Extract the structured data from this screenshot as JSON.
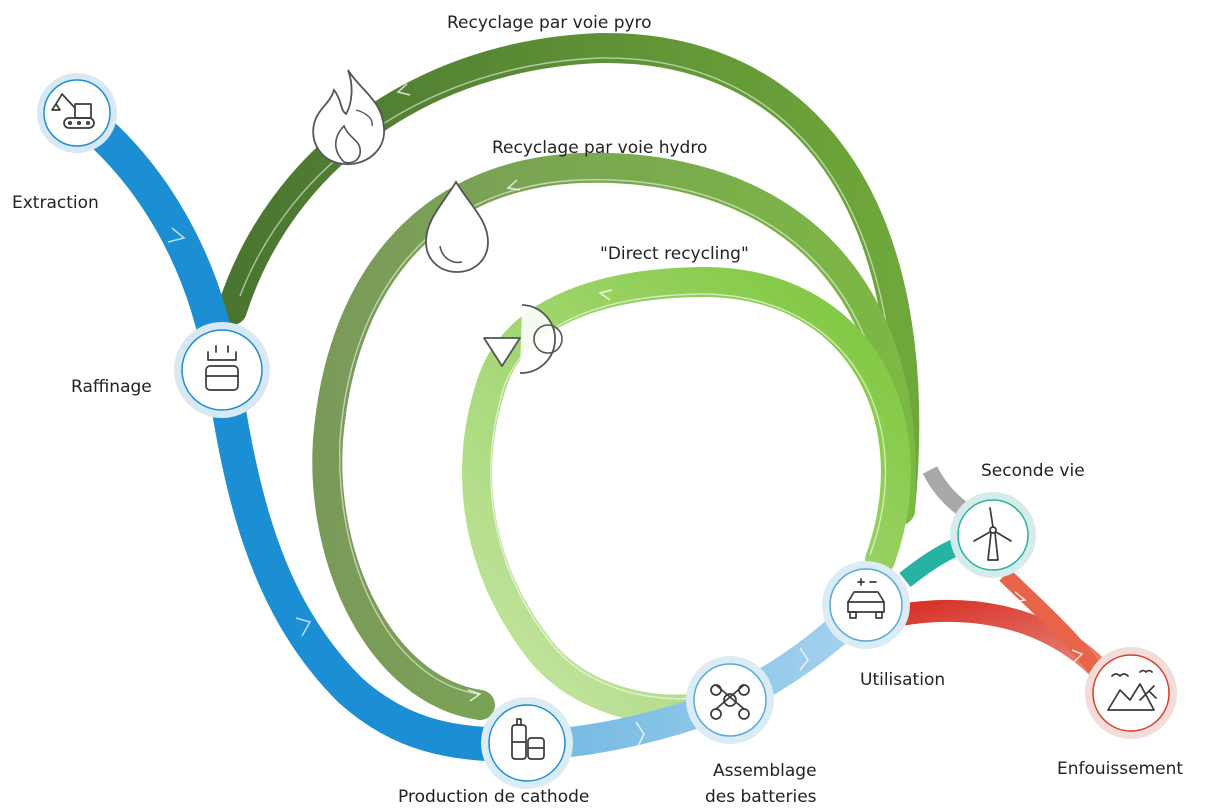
{
  "labels": {
    "pyro": "Recyclage par voie pyro",
    "hydro": "Recyclage par voie hydro",
    "direct": "\"Direct recycling\"",
    "extraction": "Extraction",
    "raffinage": "Raffinage",
    "cathode": "Production de cathode",
    "assemblage_1": "Assemblage",
    "assemblage_2": "des batteries",
    "utilisation": "Utilisation",
    "seconde_vie": "Seconde vie",
    "enfouissement": "Enfouissement"
  },
  "icons": {
    "extraction": "excavator-icon",
    "raffinage": "crucible-icon",
    "cathode": "tanks-icon",
    "assemblage": "conveyor-icon",
    "utilisation": "electric-car-icon",
    "seconde_vie": "wind-turbine-icon",
    "enfouissement": "landfill-icon",
    "pyro": "flame-icon",
    "hydro": "water-drop-icon",
    "direct": "recycle-arrow-icon"
  },
  "colors": {
    "supply_chain_blue": "#1c8fd4",
    "light_blue": "#86c3e8",
    "pyro_green": "#4f7d2f",
    "hydro_green": "#6e9a45",
    "direct_green": "#8acd4a",
    "second_life_teal": "#26b3a4",
    "landfill_red": "#d93a2b",
    "grey_link": "#a8a8a8"
  }
}
